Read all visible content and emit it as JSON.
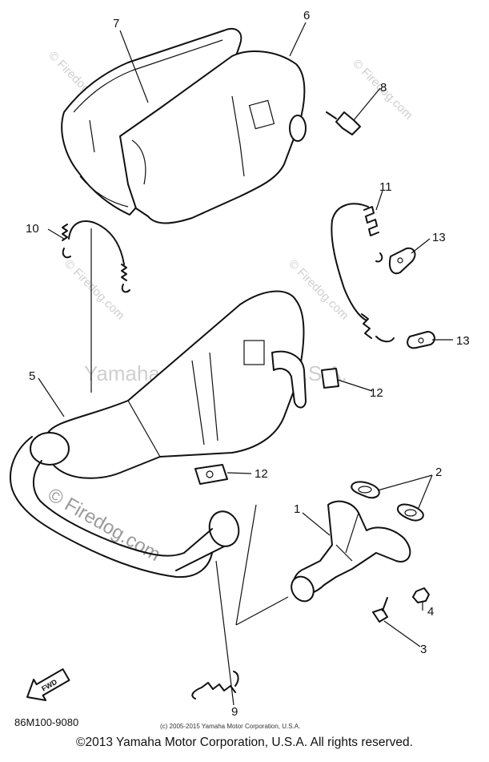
{
  "callouts": [
    "1",
    "2",
    "3",
    "4",
    "5",
    "6",
    "7",
    "8",
    "9",
    "10",
    "11",
    "12",
    "12",
    "13",
    "13"
  ],
  "watermarks": {
    "firedog": "© Firedog.com",
    "center": "Yamaha Motor Corp., U.S.A."
  },
  "diagram_code": "86M100-9080",
  "small_copyright": "(c) 2005-2015 Yamaha Motor Corporation, U.S.A.",
  "fwd_label": "FWD",
  "footer": "©2013 Yamaha Motor Corporation, U.S.A. All rights reserved."
}
